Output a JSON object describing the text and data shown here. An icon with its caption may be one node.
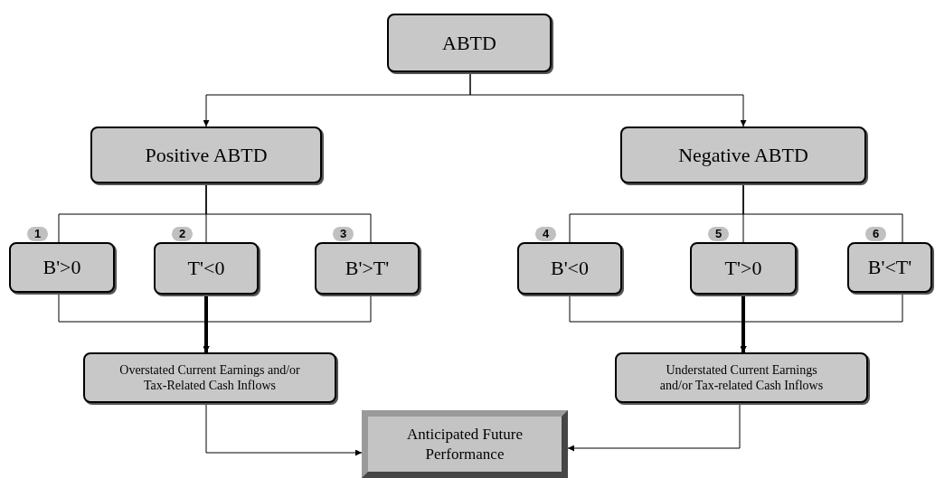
{
  "diagram": {
    "nodes": [
      {
        "text": [
          "ABTD"
        ]
      },
      {
        "text": [
          "Positive ABTD"
        ]
      },
      {
        "text": [
          "Negative ABTD"
        ]
      },
      {
        "text": [
          "B'>0"
        ],
        "beside": [
          "1"
        ]
      },
      {
        "text": [
          "T'<0"
        ],
        "beside": [
          "2"
        ]
      },
      {
        "text": [
          "B'>T'"
        ],
        "beside": [
          "3"
        ]
      },
      {
        "text": [
          "B'<0"
        ],
        "beside": [
          "4"
        ]
      },
      {
        "text": [
          "T'>0"
        ],
        "beside": [
          "5"
        ]
      },
      {
        "text": [
          "B'<T'"
        ],
        "beside": [
          "6"
        ]
      },
      {
        "text": [
          "Overstated Current Earnings and/or Tax-Related Cash Inflows"
        ]
      },
      {
        "text": [
          "Understated Current Earnings and/or Tax-related Cash Inflows"
        ]
      },
      {
        "text": [
          "Anticipated Future Performance"
        ]
      }
    ],
    "edges": [
      {
        "from": 0,
        "to": 1,
        "arrow": "to"
      },
      {
        "from": 0,
        "to": 2,
        "arrow": "to"
      },
      {
        "from": 1,
        "to": 3,
        "arrow": "none"
      },
      {
        "from": 1,
        "to": 4,
        "arrow": "none"
      },
      {
        "from": 1,
        "to": 5,
        "arrow": "none"
      },
      {
        "from": 2,
        "to": 6,
        "arrow": "none"
      },
      {
        "from": 2,
        "to": 7,
        "arrow": "none"
      },
      {
        "from": 2,
        "to": 8,
        "arrow": "none"
      },
      {
        "from": 3,
        "to": 9,
        "arrow": "to"
      },
      {
        "from": 4,
        "to": 9,
        "arrow": "to",
        "style": "thick"
      },
      {
        "from": 5,
        "to": 9,
        "arrow": "to"
      },
      {
        "from": 6,
        "to": 10,
        "arrow": "to"
      },
      {
        "from": 7,
        "to": 10,
        "arrow": "to",
        "style": "thick"
      },
      {
        "from": 8,
        "to": 10,
        "arrow": "to"
      },
      {
        "from": 9,
        "to": 11,
        "arrow": "to"
      },
      {
        "from": 10,
        "to": 11,
        "arrow": "to"
      }
    ]
  }
}
